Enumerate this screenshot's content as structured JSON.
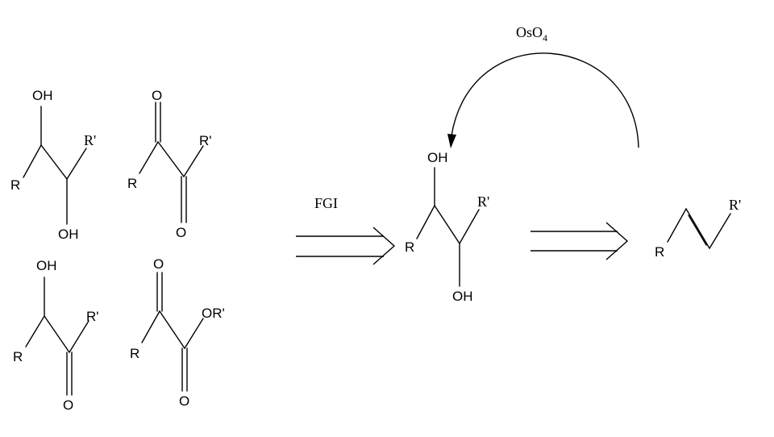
{
  "labels": {
    "R": "R",
    "R_prime": "R'",
    "OH": "OH",
    "O": "O",
    "OR_prime": "OR'"
  },
  "reagent": {
    "text": "OsO",
    "subscript": "4"
  },
  "fgi": "FGI"
}
